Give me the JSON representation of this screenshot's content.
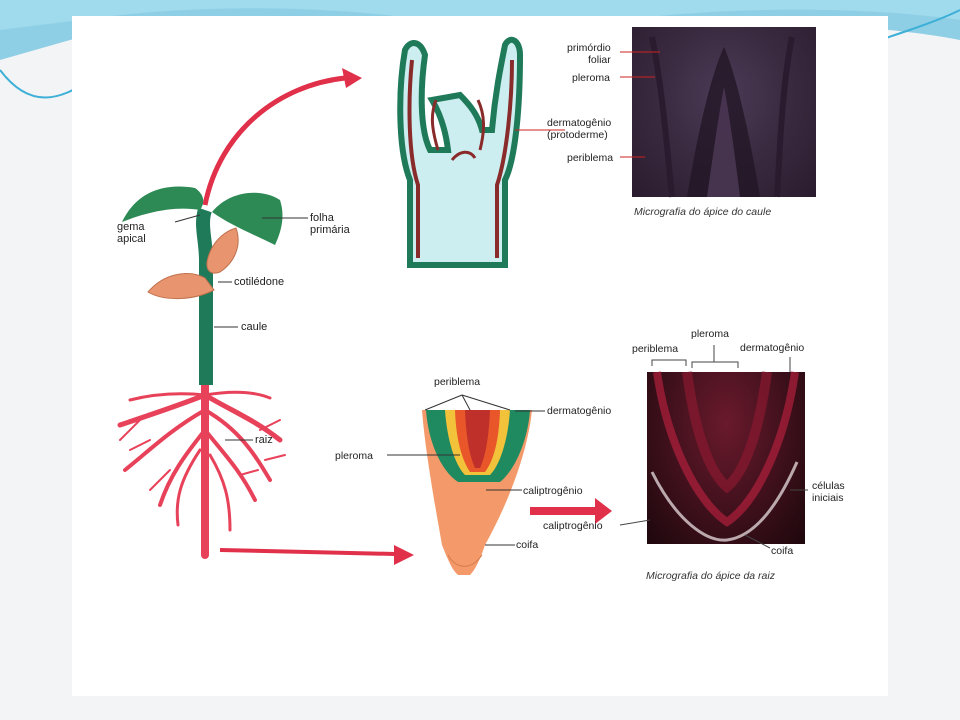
{
  "labels": {
    "gema_apical": "gema\napical",
    "folha_primaria": "folha\nprimária",
    "cotiledone": "cotilédone",
    "caule": "caule",
    "raiz": "raiz",
    "stem_primordio_foliar": "primórdio\nfoliar",
    "stem_pleroma": "pleroma",
    "stem_dermatogenio": "dermatogênio\n(protoderme)",
    "stem_periblema": "periblema",
    "root_periblema": "periblema",
    "root_dermatogenio": "dermatogênio",
    "root_pleroma": "pleroma",
    "root_caliptrogenio": "caliptrogênio",
    "root_coifa": "coifa",
    "rm_periblema": "periblema",
    "rm_pleroma": "pleroma",
    "rm_dermatogenio": "dermatogênio",
    "rm_celulas_iniciais": "células\niniciais",
    "rm_caliptrogenio": "caliptrogênio",
    "rm_coifa": "coifa"
  },
  "captions": {
    "stem_micrograph": "Micrografia do ápice do caule",
    "root_micrograph": "Micrografia do ápice da raiz"
  },
  "colors": {
    "stem_green": "#1f7a5a",
    "leaf_green": "#2d8a55",
    "root_red": "#e8425a",
    "arrow_red": "#e0304a",
    "cotyledon": "#e8956f",
    "meristem_cyan": "#cdeef0",
    "tunica_red": "#8a2b2b",
    "cap_orange": "#f49a6a",
    "micrograph_stem": "#3a2a40",
    "micrograph_root": "#2e0f18"
  }
}
